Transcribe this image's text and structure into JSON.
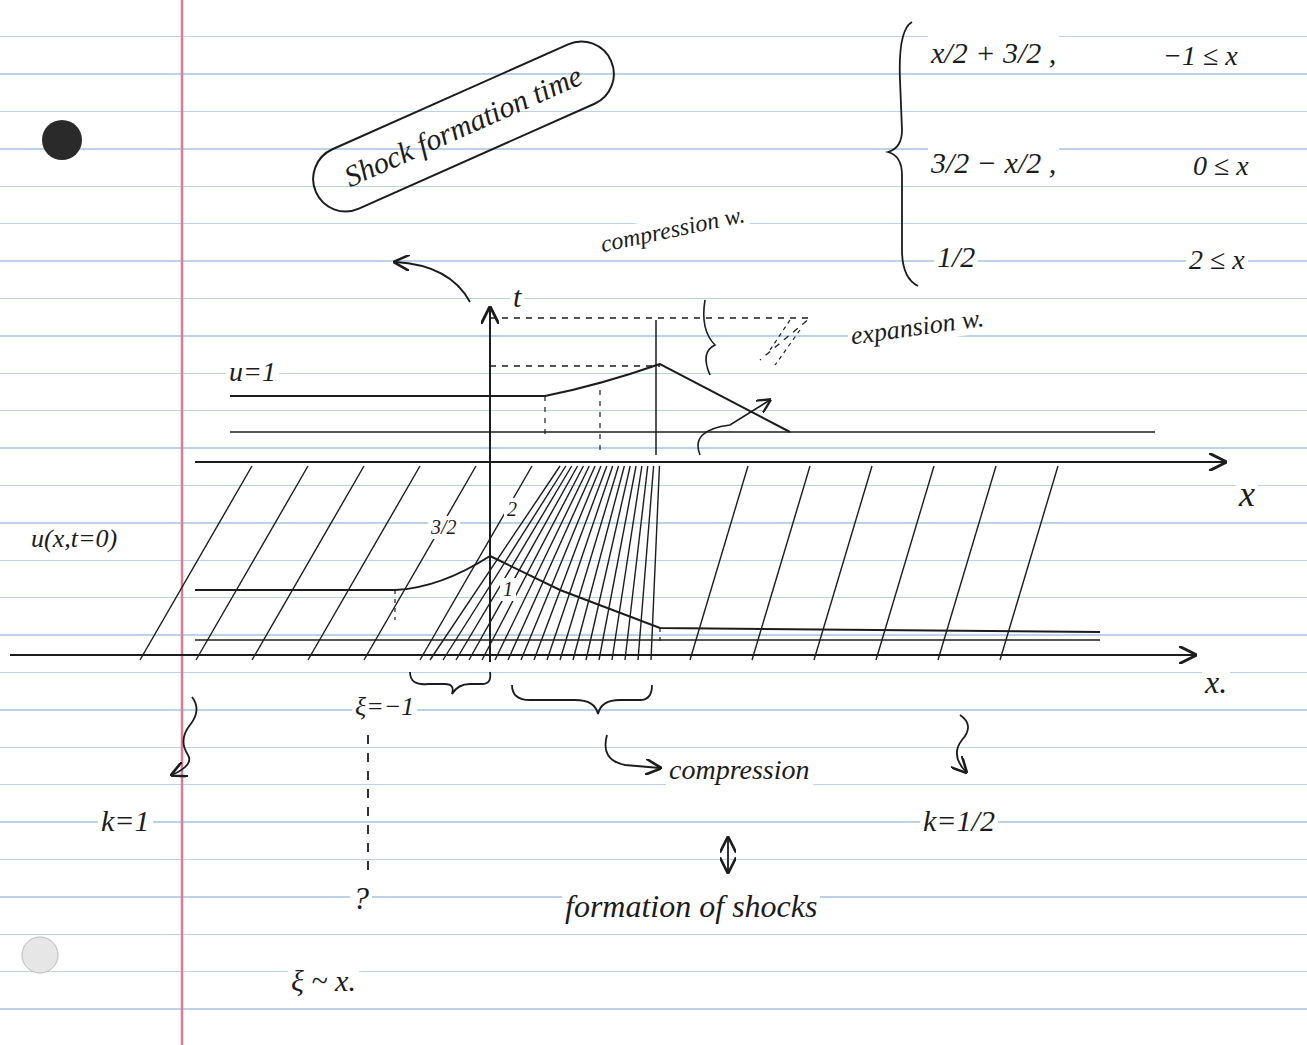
{
  "diagram": {
    "nodes": [
      {
        "text": [
          "Shock formation time"
        ]
      }
    ],
    "labels": [
      "x/2 + 3/2 ,",
      "−1 ≤ x",
      "3/2 − x/2 ,",
      "0 ≤ x",
      "1/2",
      "2 ≤ x",
      "t",
      "compression w.",
      "expansion w.",
      "u=1",
      "u(x,t=0)",
      "3/2",
      "2",
      "1",
      "x",
      "x.",
      "ξ=−1",
      "compression",
      "formation of shocks",
      "k=1",
      "k=1/2",
      "?",
      "ξ ~ x."
    ]
  }
}
